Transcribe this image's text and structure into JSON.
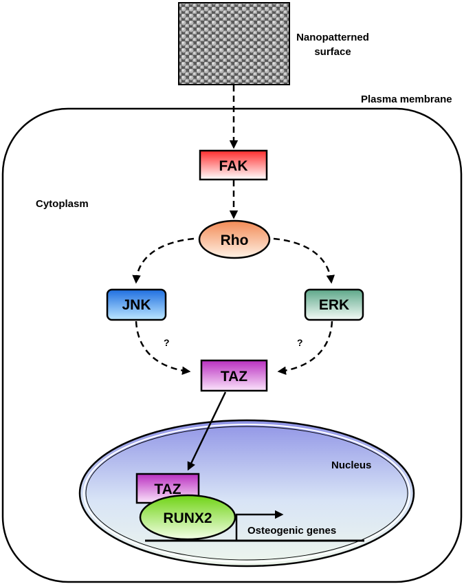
{
  "labels": {
    "nanopatterned_line1": "Nanopatterned",
    "nanopatterned_line2": "surface",
    "plasma_membrane": "Plasma membrane",
    "cytoplasm": "Cytoplasm",
    "nucleus": "Nucleus",
    "osteogenic_genes": "Osteogenic genes",
    "question_left": "?",
    "question_right": "?"
  },
  "nodes": {
    "fak": "FAK",
    "rho": "Rho",
    "jnk": "JNK",
    "erk": "ERK",
    "taz": "TAZ",
    "taz_nucleus": "TAZ",
    "runx2": "RUNX2"
  },
  "colors": {
    "fak": "#ff3b3b",
    "rho": "#f59a6a",
    "jnk": "#2f7de0",
    "erk": "#6fb59a",
    "taz": "#c43fc8",
    "runx2": "#7fdc1a",
    "nucleus": "#9aa0e8"
  }
}
